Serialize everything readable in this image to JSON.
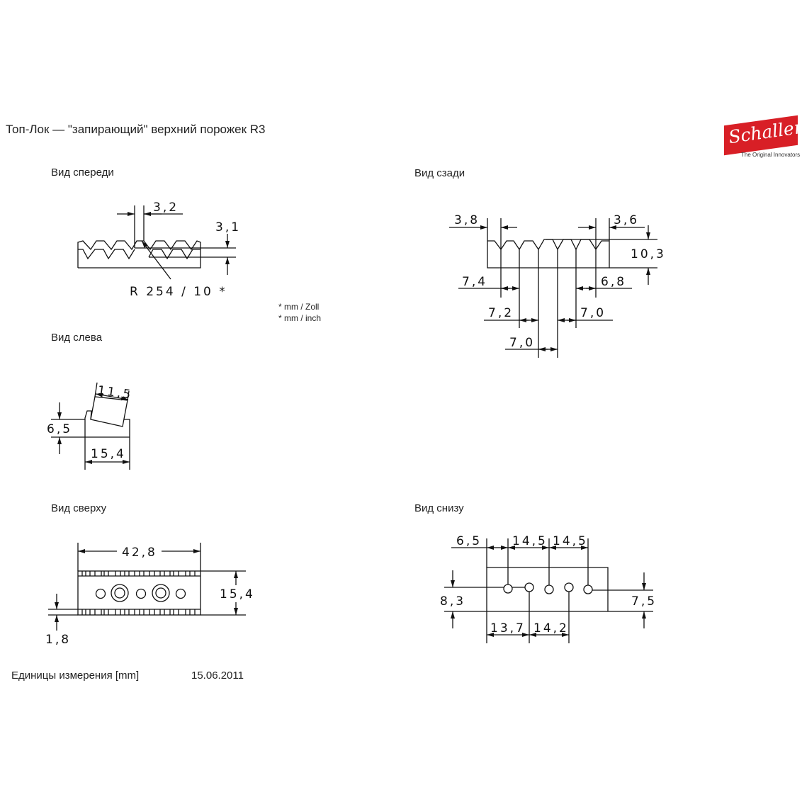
{
  "title": "Топ-Лок — \"запирающий\" верхний порожек R3",
  "logo": {
    "brand": "Schaller",
    "tagline": "The Original Innovators",
    "color": "#d81f26"
  },
  "views": {
    "front": {
      "label": "Вид спереди",
      "dims": [
        "3,2",
        "3,1"
      ],
      "radius": "R 254 / 10 *"
    },
    "back": {
      "label": "Вид сзади",
      "dims": [
        "3,8",
        "3,6",
        "10,3",
        "7,4",
        "6,8",
        "7,2",
        "7,0",
        "7,0"
      ]
    },
    "left": {
      "label": "Вид слева",
      "dims": [
        "11,5",
        "6,5",
        "15,4"
      ]
    },
    "top": {
      "label": "Вид сверху",
      "dims": [
        "42,8",
        "15,4",
        "1,8"
      ]
    },
    "bottom": {
      "label": "Вид снизу",
      "dims": [
        "6,5",
        "14,5",
        "14,5",
        "8,3",
        "7,5",
        "13,7",
        "14,2"
      ]
    }
  },
  "notes": [
    "* mm / Zoll",
    "* mm / inch"
  ],
  "footer": {
    "units": "Единицы измерения [mm]",
    "date": "15.06.2011"
  }
}
